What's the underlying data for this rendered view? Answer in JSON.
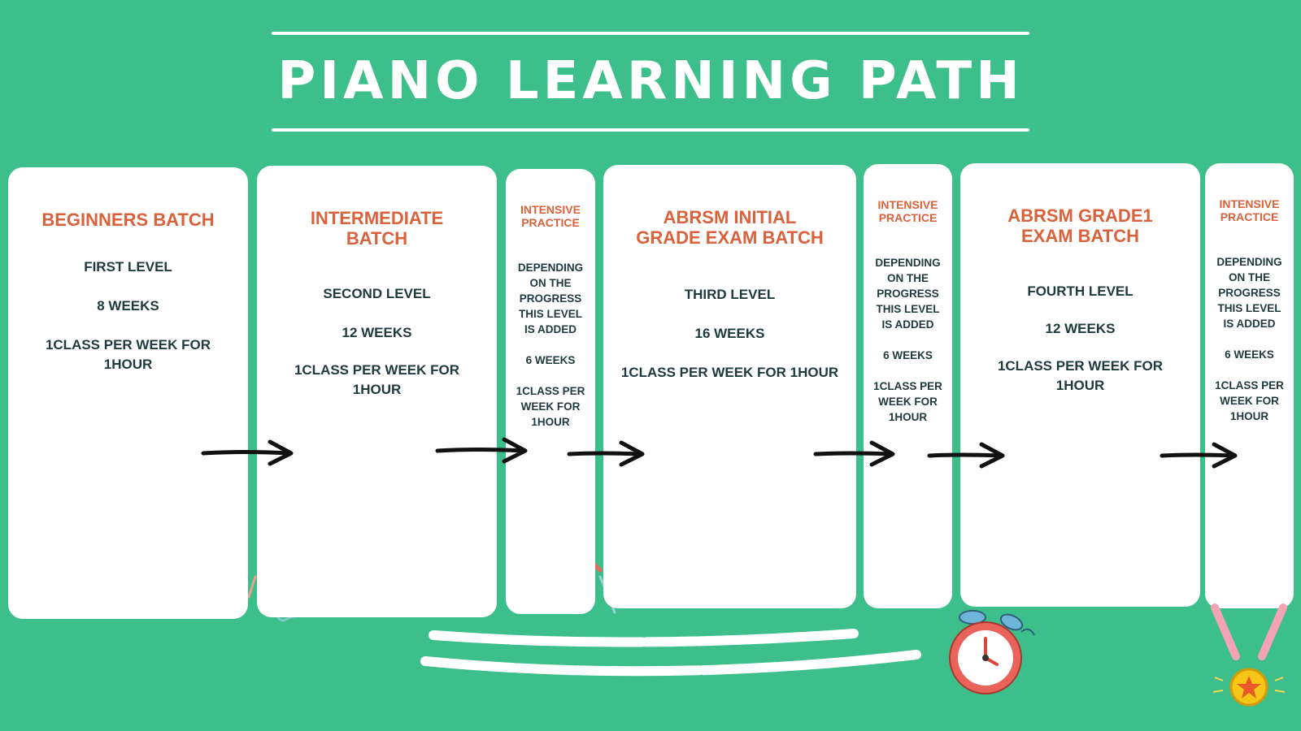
{
  "title": "PIANO LEARNING PATH",
  "cards": [
    {
      "heading": [
        "BEGINNERS BATCH"
      ],
      "lines": [
        "FIRST LEVEL",
        "8 WEEKS",
        "1CLASS PER WEEK FOR",
        "1HOUR"
      ]
    },
    {
      "heading": [
        "INTERMEDIATE",
        "BATCH"
      ],
      "lines": [
        "SECOND LEVEL",
        "12 WEEKS",
        "1CLASS PER WEEK FOR",
        "1HOUR"
      ]
    },
    {
      "heading": [
        "INTENSIVE",
        "PRACTICE"
      ],
      "lines": [
        "DEPENDING",
        "ON THE",
        "PROGRESS",
        "THIS LEVEL",
        "IS ADDED",
        "6 WEEKS",
        "1CLASS PER",
        "WEEK FOR",
        "1HOUR"
      ]
    },
    {
      "heading": [
        "ABRSM INITIAL",
        "GRADE EXAM BATCH"
      ],
      "lines": [
        "THIRD LEVEL",
        "16 WEEKS",
        "1CLASS PER WEEK FOR 1HOUR"
      ]
    },
    {
      "heading": [
        "INTENSIVE",
        "PRACTICE"
      ],
      "lines": [
        "DEPENDING",
        "ON THE",
        "PROGRESS",
        "THIS LEVEL",
        "IS ADDED",
        "6 WEEKS",
        "1CLASS PER",
        "WEEK FOR",
        "1HOUR"
      ]
    },
    {
      "heading": [
        "ABRSM GRADE1",
        "EXAM BATCH"
      ],
      "lines": [
        "FOURTH LEVEL",
        "12 WEEKS",
        "1CLASS PER WEEK FOR",
        "1HOUR"
      ]
    },
    {
      "heading": [
        "INTENSIVE",
        "PRACTICE"
      ],
      "lines": [
        "DEPENDING",
        "ON THE",
        "PROGRESS",
        "THIS LEVEL",
        "IS ADDED",
        "6 WEEKS",
        "1CLASS PER",
        "WEEK FOR",
        "1HOUR"
      ]
    }
  ],
  "colors": {
    "background": "#3dbf8c",
    "card": "#ffffff",
    "heading": "#d9613b",
    "body_text": "#1f3a3d",
    "arrow": "#111111"
  },
  "icons": [
    "right-arrow-icon",
    "alarm-clock-icon",
    "medal-icon",
    "paperclip-icon",
    "brush-stroke-decoration"
  ]
}
